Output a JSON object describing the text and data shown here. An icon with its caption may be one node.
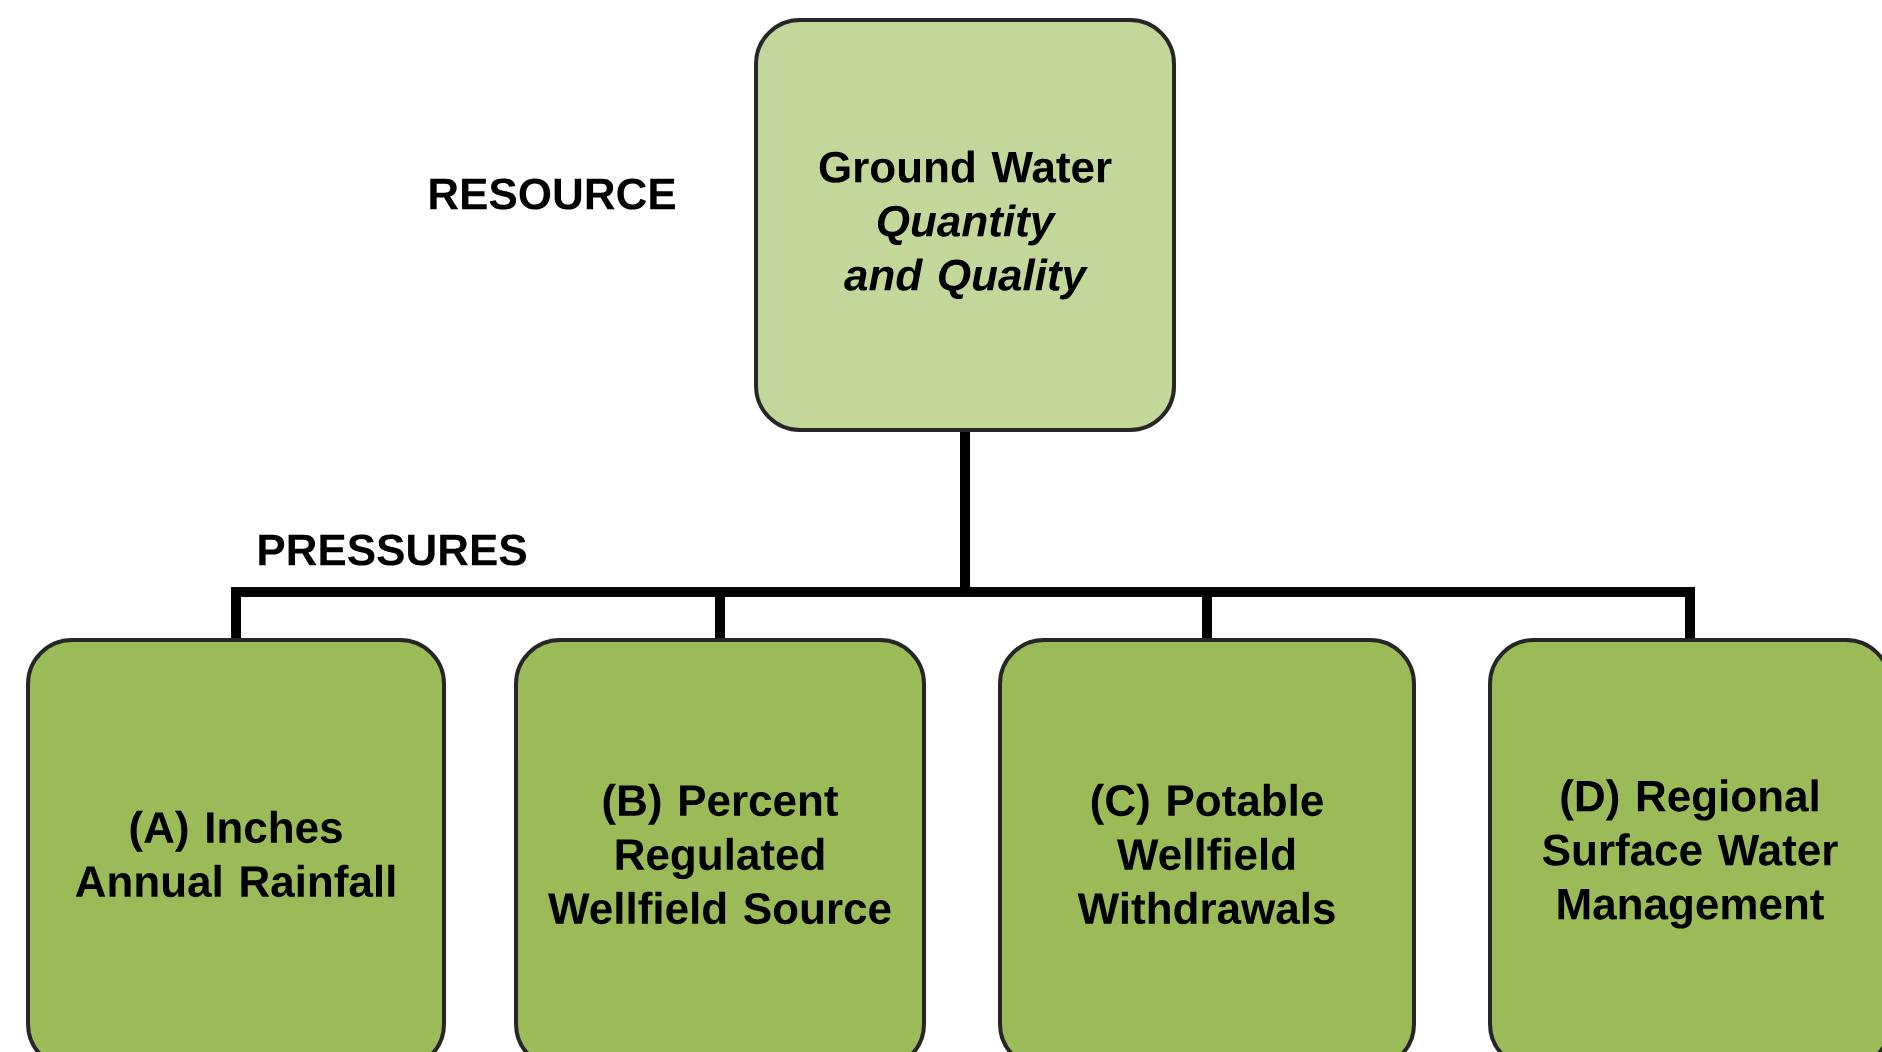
{
  "diagram": {
    "nodes": [
      {
        "text": [
          "Ground Water",
          "Quantity and Quality"
        ]
      },
      {
        "text": [
          "(A) Inches Annual Rainfall"
        ]
      },
      {
        "text": [
          "(B) Percent Regulated Wellfield Source"
        ]
      },
      {
        "text": [
          "(C) Potable Wellfield Withdrawals"
        ]
      },
      {
        "text": [
          "(D) Regional Surface Water Management"
        ]
      }
    ],
    "edges": [
      {
        "from": 0,
        "to": 1,
        "arrow": "none"
      },
      {
        "from": 0,
        "to": 2,
        "arrow": "none"
      },
      {
        "from": 0,
        "to": 3,
        "arrow": "none"
      },
      {
        "from": 0,
        "to": 4,
        "arrow": "none"
      }
    ],
    "labels": [
      "RESOURCE",
      "PRESSURES"
    ]
  }
}
